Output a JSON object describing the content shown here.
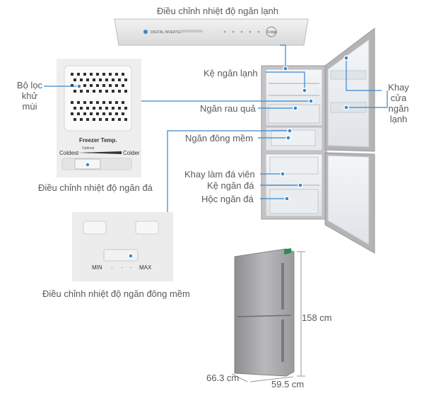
{
  "labels": {
    "fridge_temp_control": "Điều chỉnh nhiệt độ ngăn lạnh",
    "fridge_shelf": "Kệ ngăn lạnh",
    "veg_drawer": "Ngăn rau quả",
    "soft_freeze": "Ngăn đông mềm",
    "ice_tray": "Khay làm đá viên",
    "freezer_shelf": "Kệ ngăn đá",
    "freezer_drawer": "Hộc ngăn đá",
    "door_tray": [
      "Khay",
      "cửa",
      "ngăn",
      "lạnh"
    ],
    "deodorizer": [
      "Bộ lọc",
      "khử",
      "mùi"
    ],
    "freezer_temp_control": "Điều chỉnh nhiệt độ ngăn đá",
    "soft_freeze_temp_control": "Điều chỉnh nhiệt độ ngăn đông mềm"
  },
  "panel": {
    "brand": "DIGITAL INVERTER",
    "fridge_button": "Fridge"
  },
  "freezer_dial": {
    "title": "Freezer Temp.",
    "optimal": "Optimal",
    "coldest": "Coldest",
    "colder": "Colder"
  },
  "soft_freeze_dial": {
    "min": "MIN",
    "max": "MAX"
  },
  "dimensions": {
    "height": "158 cm",
    "depth": "66.3 cm",
    "width": "59.5 cm"
  },
  "colors": {
    "callout": "#3a86c8",
    "text": "#5a5a5a",
    "steel": "#a9a9ab"
  }
}
